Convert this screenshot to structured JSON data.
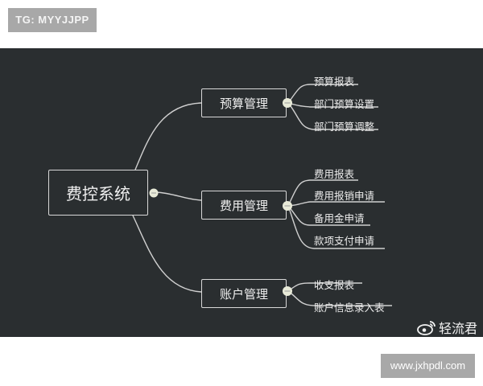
{
  "watermarks": {
    "top_tag": "TG: MYYJJPP",
    "bottom_tag": "www.jxhpdl.com",
    "weibo_label": "轻流君"
  },
  "mindmap": {
    "root": "费控系统",
    "branches": [
      {
        "label": "预算管理",
        "children": [
          "预算报表",
          "部门预算设置",
          "部门预算调整"
        ]
      },
      {
        "label": "费用管理",
        "children": [
          "费用报表",
          "费用报销申请",
          "备用金申请",
          "款项支付申请"
        ]
      },
      {
        "label": "账户管理",
        "children": [
          "收支报表",
          "账户信息录入表"
        ]
      }
    ]
  },
  "colors": {
    "board": "#2a2e30",
    "line": "#d8d8d8",
    "knob": "#e8ead8",
    "tag": "#a8a8a8"
  }
}
